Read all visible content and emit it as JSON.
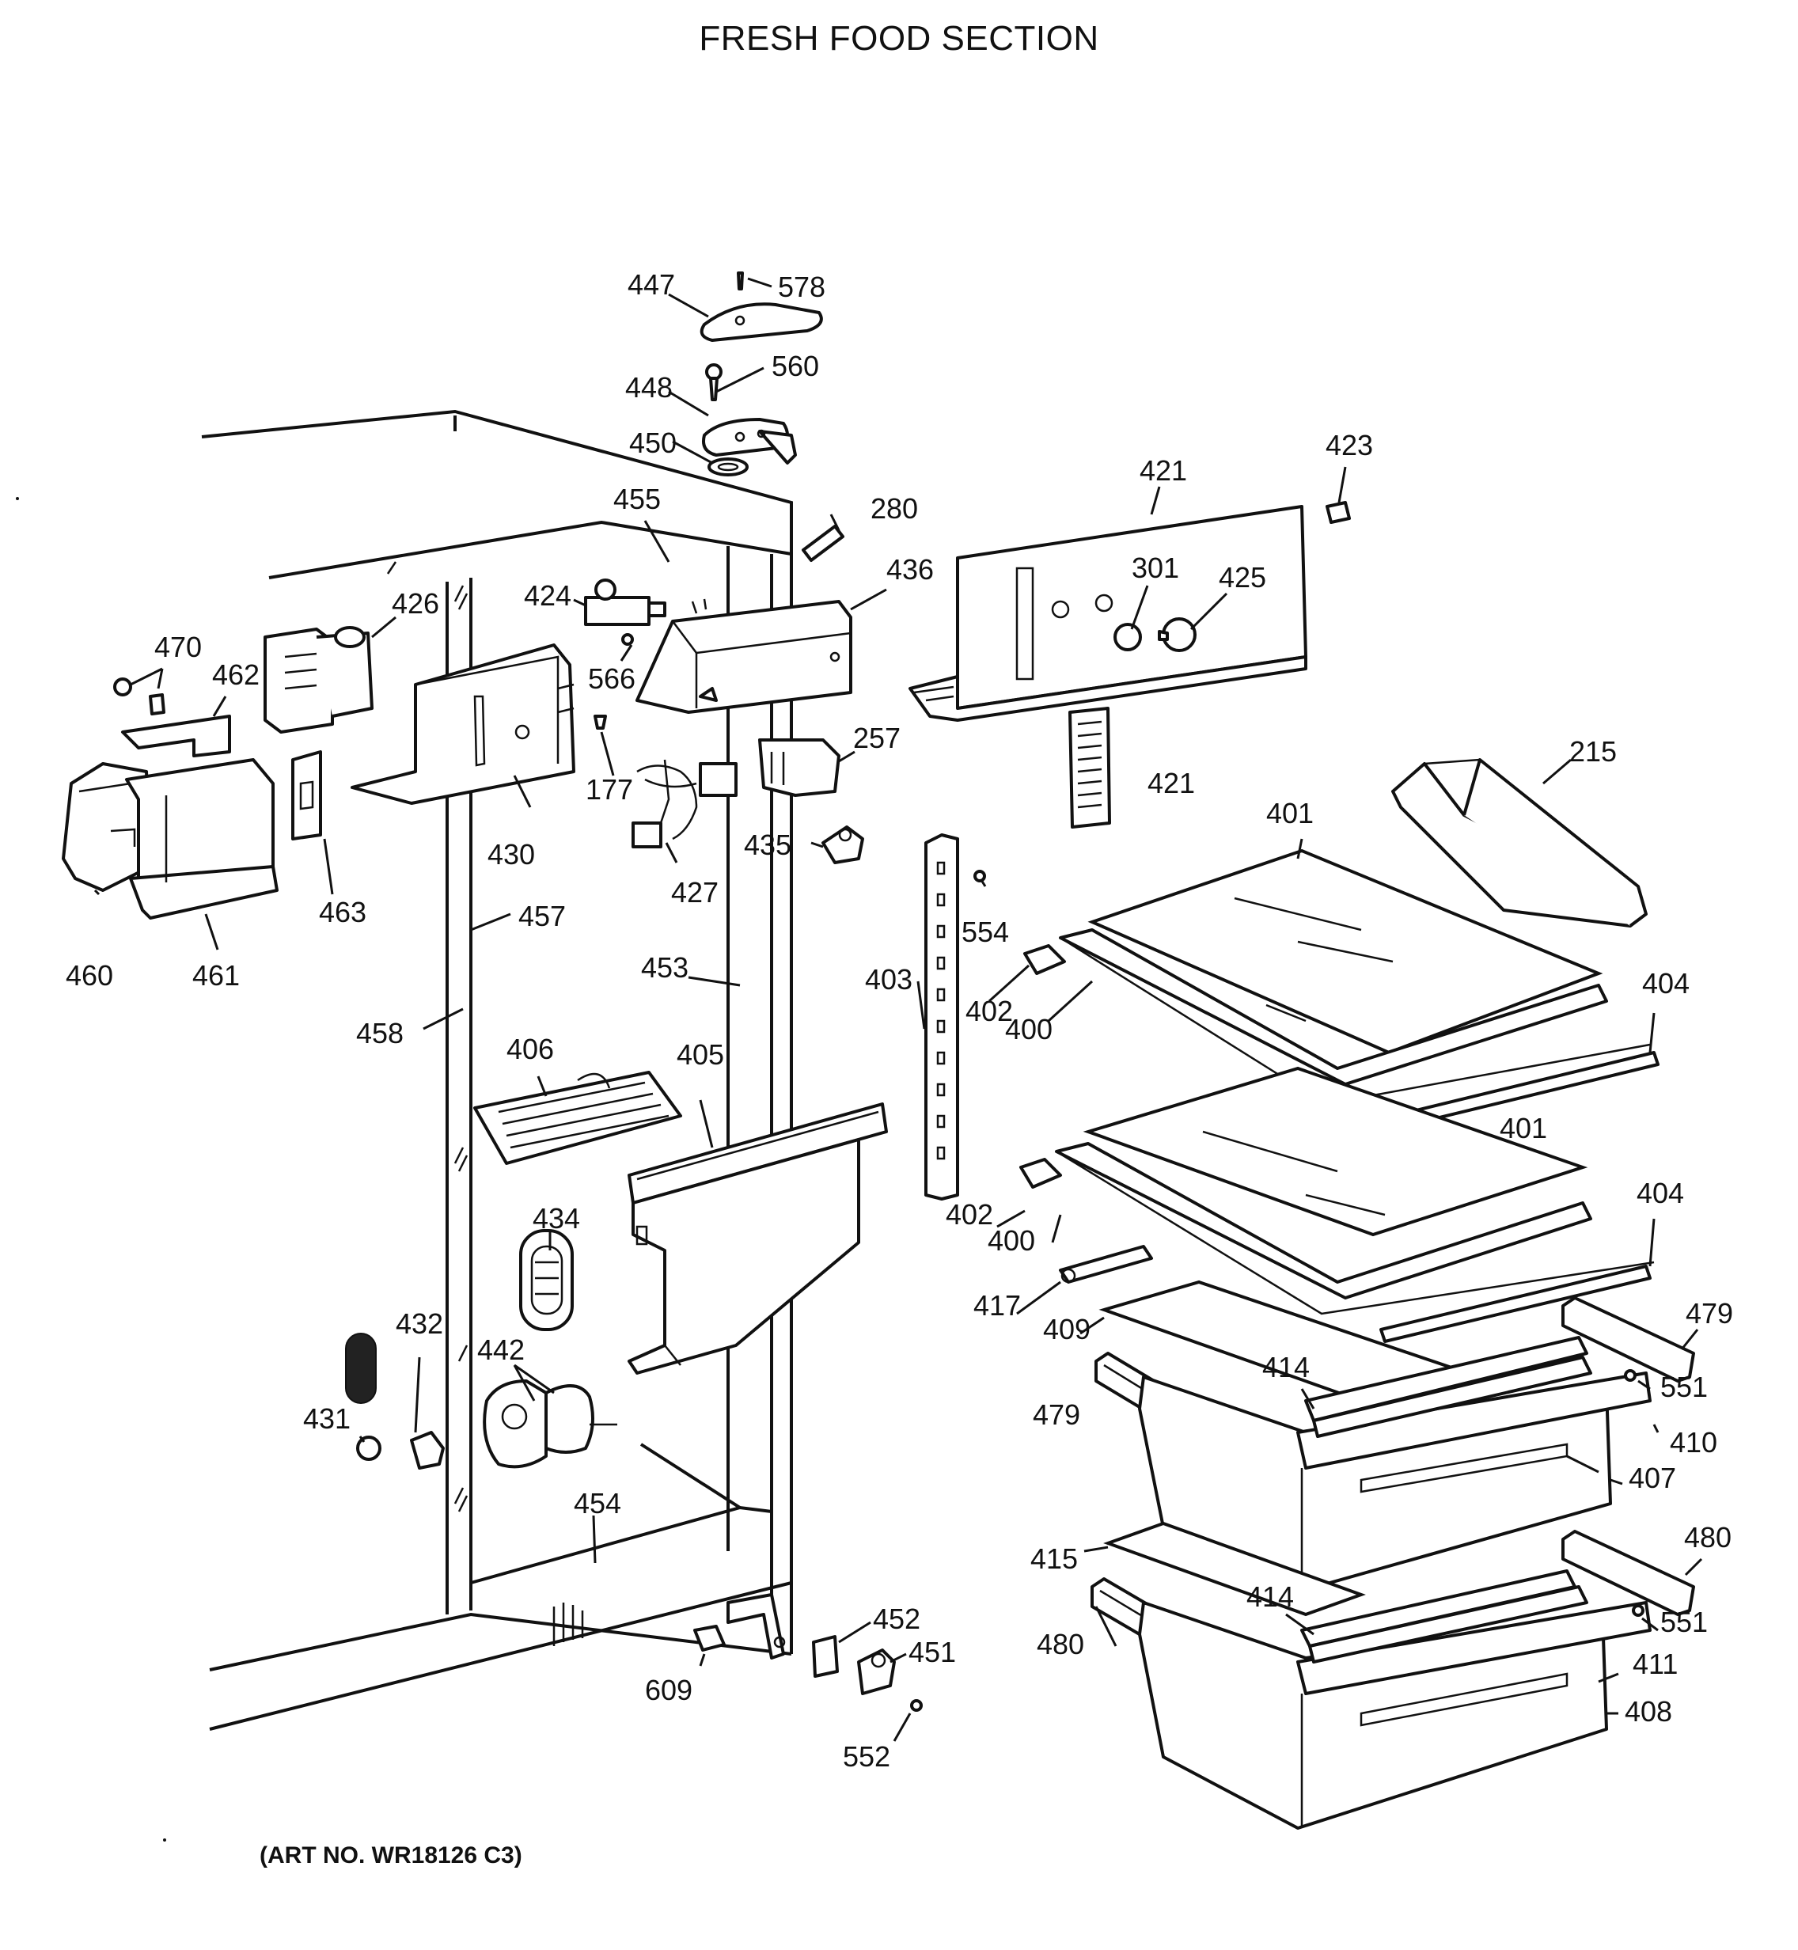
{
  "title": "FRESH FOOD SECTION",
  "art_number": "(ART NO. WR18126 C3)",
  "part_labels": [
    "447",
    "578",
    "560",
    "448",
    "450",
    "455",
    "280",
    "421",
    "423",
    "424",
    "436",
    "426",
    "301",
    "425",
    "470",
    "462",
    "566",
    "177",
    "257",
    "215",
    "430",
    "427",
    "435",
    "401",
    "460",
    "461",
    "463",
    "457",
    "554",
    "403",
    "453",
    "402",
    "400",
    "404",
    "458",
    "406",
    "405",
    "434",
    "417",
    "409",
    "479",
    "414",
    "551",
    "410",
    "432",
    "442",
    "431",
    "407",
    "454",
    "415",
    "480",
    "452",
    "451",
    "609",
    "552",
    "411",
    "408"
  ]
}
